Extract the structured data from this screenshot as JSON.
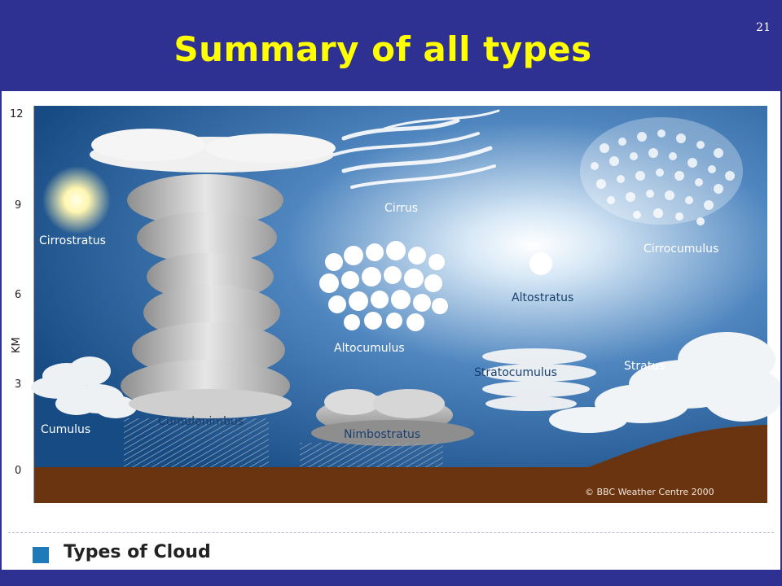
{
  "slide": {
    "title": "Summary of all types",
    "number": "21"
  },
  "diagram": {
    "axis_unit": "KM",
    "ticks": [
      "12",
      "9",
      "6",
      "3",
      "0"
    ],
    "clouds": [
      "Cirrus",
      "Cirrocumulus",
      "Cirrostratus",
      "Altocumulus",
      "Altostratus",
      "Stratocumulus",
      "Stratus",
      "Cumulus",
      "Cumulonimbus",
      "Nimbostratus"
    ],
    "copyright": "© BBC Weather Centre 2000",
    "caption": "Types of Cloud"
  },
  "colors": {
    "background": "#2e3192",
    "title": "#ffff00",
    "sky": "#1a4e86",
    "ground": "#6b3410",
    "caption_square": "#1e7ab8"
  }
}
